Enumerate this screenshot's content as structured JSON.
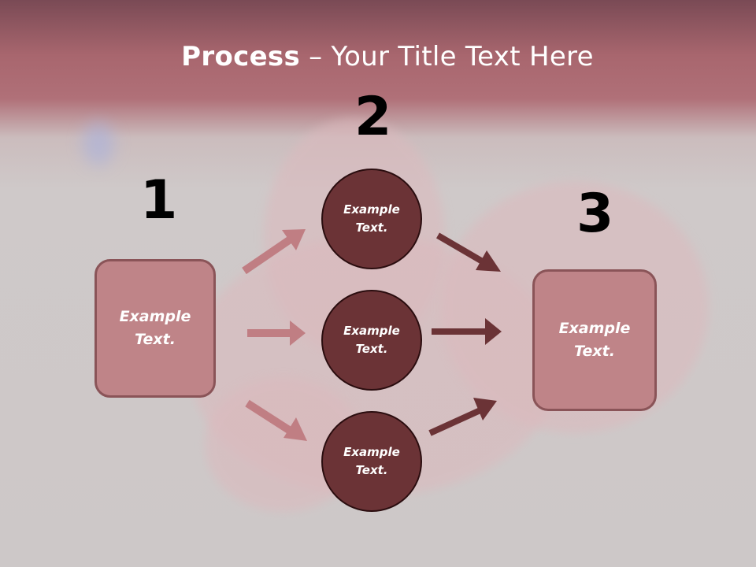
{
  "slide": {
    "title_bold": "Process",
    "title_rest": " – Your Title Text Here",
    "numbers": {
      "one": "1",
      "two": "2",
      "three": "3"
    },
    "left_box": {
      "line1": "Example",
      "line2": "Text."
    },
    "right_box": {
      "line1": "Example",
      "line2": "Text."
    },
    "circles": [
      {
        "line1": "Example",
        "line2": "Text."
      },
      {
        "line1": "Example",
        "line2": "Text."
      },
      {
        "line1": "Example",
        "line2": "Text."
      }
    ],
    "colors": {
      "header": "#a8666e",
      "box_fill": "#bf8488",
      "circle_fill": "#6b3336",
      "light_arrow": "#c07e83",
      "dark_arrow": "#6b3336"
    }
  }
}
